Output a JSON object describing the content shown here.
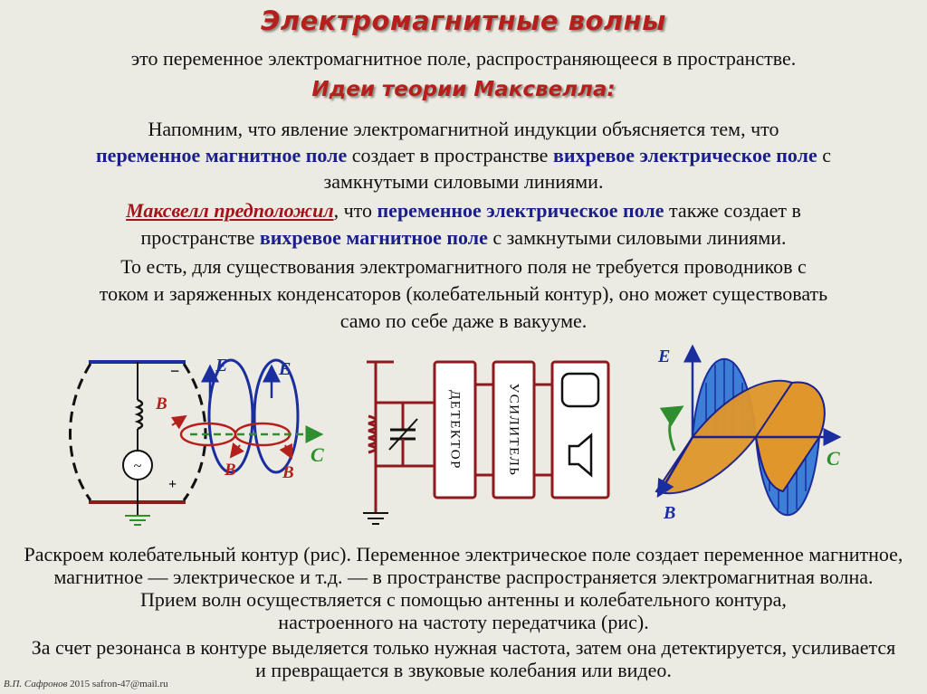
{
  "title": "Электромагнитные волны",
  "subtitle": "это переменное электромагнитное поле, распространяющееся в пространстве.",
  "heading2": "Идеи теории Максвелла:",
  "para1": {
    "l1": "Напомним, что явление электромагнитной индукции объясняется тем, что",
    "l2a": "переменное магнитное поле",
    "l2b": " создает в пространстве ",
    "l2c": "вихревое электрическое поле",
    "l2d": " с",
    "l3": "замкнутыми силовыми линиями."
  },
  "para2": {
    "l1a": "Максвелл предположил",
    "l1b": ", что ",
    "l1c": "переменное электрическое поле",
    "l1d": "  также создает в",
    "l2a": "пространстве ",
    "l2b": "вихревое магнитное поле",
    "l2c": " с замкнутыми силовыми линиями."
  },
  "para3": {
    "l1": "То есть, для существования электромагнитного поля не требуется проводников с",
    "l2": "током и заряженных конденсаторов (колебательный контур), оно может существовать",
    "l3": "само по себе даже в вакууме."
  },
  "diagram_labels": {
    "E": "E",
    "B": "B",
    "C": "C",
    "minus": "−",
    "plus": "+",
    "tilde": "~",
    "detector": "ДЕТЕКТОР",
    "amplifier": "УСИЛИТЕЛЬ"
  },
  "para4": {
    "l1": "Раскроем колебательный контур (рис). Переменное электрическое поле создает переменное магнитное,",
    "l2": "магнитное — электрическое и т.д. — в пространстве распространяется электромагнитная волна.",
    "l3": "Прием волн осуществляется с помощью антенны и колебательного контура,",
    "l4": "настроенного на частоту передатчика (рис).",
    "l5": "За счет резонанса в контуре выделяется только нужная частота, затем она детектируется, усиливается",
    "l6": "и превращается в звуковые колебания или видео."
  },
  "footer": {
    "author": "В.П. Сафронов",
    "rest": " 2015 safron-47@mail.ru"
  },
  "colors": {
    "title_red": "#b5201c",
    "term_blue": "#1b1f8a",
    "circuit_red": "#8f1a1e",
    "e_field_blue": "#3d7fd6",
    "b_field_orange": "#e0962a"
  }
}
